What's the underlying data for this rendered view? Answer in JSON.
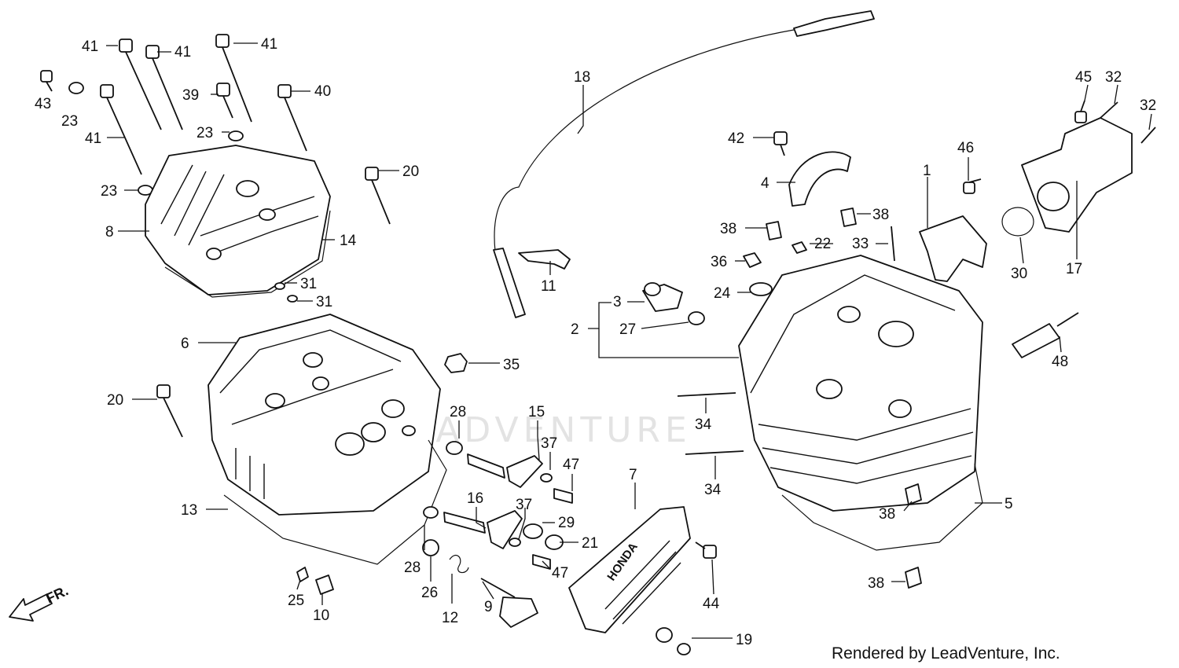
{
  "watermark": "LEADVENTURE",
  "credit": "Rendered by LeadVenture, Inc.",
  "direction": "FR.",
  "brand_marking": "HONDA",
  "callouts": [
    {
      "id": "c43",
      "text": "43"
    },
    {
      "id": "c23a",
      "text": "23"
    },
    {
      "id": "c41a",
      "text": "41"
    },
    {
      "id": "c41b",
      "text": "41"
    },
    {
      "id": "c41c",
      "text": "41"
    },
    {
      "id": "c41d",
      "text": "41"
    },
    {
      "id": "c39",
      "text": "39"
    },
    {
      "id": "c40",
      "text": "40"
    },
    {
      "id": "c23b",
      "text": "23"
    },
    {
      "id": "c23c",
      "text": "23"
    },
    {
      "id": "c8",
      "text": "8"
    },
    {
      "id": "c14",
      "text": "14"
    },
    {
      "id": "c20a",
      "text": "20"
    },
    {
      "id": "c31a",
      "text": "31"
    },
    {
      "id": "c31b",
      "text": "31"
    },
    {
      "id": "c6",
      "text": "6"
    },
    {
      "id": "c20b",
      "text": "20"
    },
    {
      "id": "c13",
      "text": "13"
    },
    {
      "id": "c35",
      "text": "35"
    },
    {
      "id": "c28a",
      "text": "28"
    },
    {
      "id": "c15",
      "text": "15"
    },
    {
      "id": "c37a",
      "text": "37"
    },
    {
      "id": "c47a",
      "text": "47"
    },
    {
      "id": "c16",
      "text": "16"
    },
    {
      "id": "c37b",
      "text": "37"
    },
    {
      "id": "c29",
      "text": "29"
    },
    {
      "id": "c21",
      "text": "21"
    },
    {
      "id": "c47b",
      "text": "47"
    },
    {
      "id": "c28b",
      "text": "28"
    },
    {
      "id": "c26",
      "text": "26"
    },
    {
      "id": "c12",
      "text": "12"
    },
    {
      "id": "c9",
      "text": "9"
    },
    {
      "id": "c25",
      "text": "25"
    },
    {
      "id": "c10",
      "text": "10"
    },
    {
      "id": "c18",
      "text": "18"
    },
    {
      "id": "c11",
      "text": "11"
    },
    {
      "id": "c3",
      "text": "3"
    },
    {
      "id": "c2",
      "text": "2"
    },
    {
      "id": "c27",
      "text": "27"
    },
    {
      "id": "c7",
      "text": "7"
    },
    {
      "id": "c44",
      "text": "44"
    },
    {
      "id": "c19",
      "text": "19"
    },
    {
      "id": "c42",
      "text": "42"
    },
    {
      "id": "c4",
      "text": "4"
    },
    {
      "id": "c38a",
      "text": "38"
    },
    {
      "id": "c38b",
      "text": "38"
    },
    {
      "id": "c22",
      "text": "22"
    },
    {
      "id": "c33",
      "text": "33"
    },
    {
      "id": "c36",
      "text": "36"
    },
    {
      "id": "c24",
      "text": "24"
    },
    {
      "id": "c1",
      "text": "1"
    },
    {
      "id": "c46",
      "text": "46"
    },
    {
      "id": "c45",
      "text": "45"
    },
    {
      "id": "c32a",
      "text": "32"
    },
    {
      "id": "c32b",
      "text": "32"
    },
    {
      "id": "c17",
      "text": "17"
    },
    {
      "id": "c30",
      "text": "30"
    },
    {
      "id": "c48",
      "text": "48"
    },
    {
      "id": "c34a",
      "text": "34"
    },
    {
      "id": "c34b",
      "text": "34"
    },
    {
      "id": "c5",
      "text": "5"
    },
    {
      "id": "c38c",
      "text": "38"
    },
    {
      "id": "c38d",
      "text": "38"
    }
  ]
}
